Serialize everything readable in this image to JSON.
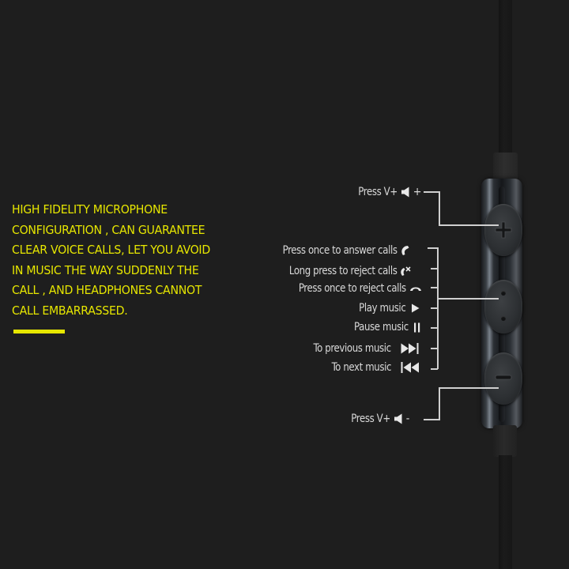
{
  "description": {
    "lines": [
      "HIGH FIDELITY MICROPHONE",
      "CONFIGURATION , CAN GUARANTEE",
      "CLEAR VOICE CALLS, LET YOU AVOID",
      "IN MUSIC THE WAY SUDDENLY THE",
      "CALL , AND HEADPHONES CANNOT",
      "CALL EMBARRASSED."
    ],
    "accent_color": "#e6e600"
  },
  "remote": {
    "buttons": [
      {
        "name": "volume-up",
        "glyph": "+"
      },
      {
        "name": "multi-function",
        "glyph": "dots"
      },
      {
        "name": "volume-down",
        "glyph": "-"
      }
    ]
  },
  "labels": {
    "volume_up": {
      "text": "Press V+",
      "icon": "speaker-icon",
      "suffix": "+"
    },
    "answer_call": {
      "text": "Press once to answer calls",
      "icon": "phone-answer-icon"
    },
    "long_reject": {
      "text": "Long press to reject calls",
      "icon": "phone-reject-icon"
    },
    "reject_call": {
      "text": "Press once to reject calls",
      "icon": "phone-hangup-icon"
    },
    "play_music": {
      "text": "Play music",
      "icon": "play-icon"
    },
    "pause_music": {
      "text": "Pause music",
      "icon": "pause-icon"
    },
    "previous_music": {
      "text": "To previous music",
      "icon": "skip-forward-icon"
    },
    "next_music": {
      "text": "To next music",
      "icon": "skip-back-icon"
    },
    "volume_down": {
      "text": "Press V+",
      "icon": "speaker-icon",
      "suffix": "-"
    }
  },
  "colors": {
    "background": "#1e1e1e",
    "label_text": "#d9d9d9",
    "connector": "#cfcfcf"
  }
}
